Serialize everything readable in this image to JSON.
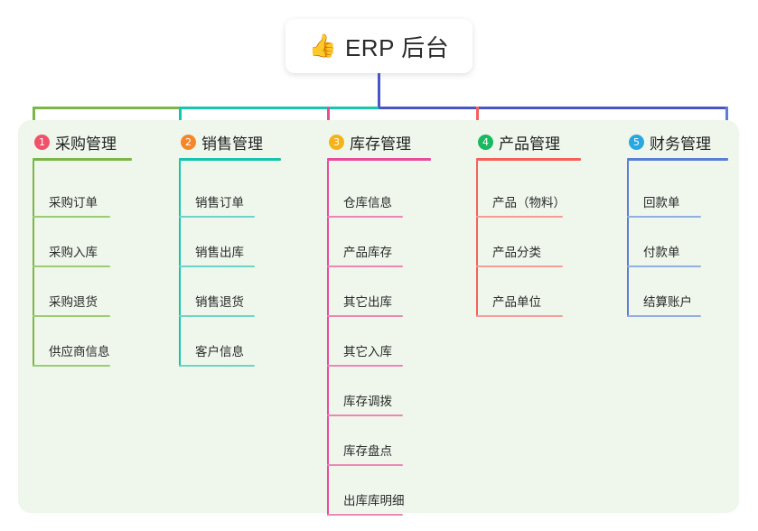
{
  "root": {
    "icon": "thumbs-up-icon",
    "emoji": "👍",
    "title": "ERP 后台"
  },
  "colors": {
    "panel_background": "#eff7ec",
    "page_background": "#ffffff",
    "root_connector": "#4a55c4",
    "column_1": "#7ab648",
    "column_2": "#18c4ad",
    "column_3": "#e84d9b",
    "column_4": "#f4615c",
    "column_5": "#5b7fd4",
    "badge_1": "#f1526a",
    "badge_2": "#f5872a",
    "badge_3": "#f5b31a",
    "badge_4": "#19b862",
    "badge_5": "#29a8e0"
  },
  "columns": [
    {
      "index": "1",
      "title": "采购管理",
      "color": "#7ab648",
      "leaf_color": "#9ccb74",
      "badge_color": "#f1526a",
      "items": [
        "采购订单",
        "采购入库",
        "采购退货",
        "供应商信息"
      ]
    },
    {
      "index": "2",
      "title": "销售管理",
      "color": "#18c4ad",
      "leaf_color": "#6fd4c6",
      "badge_color": "#f5872a",
      "items": [
        "销售订单",
        "销售出库",
        "销售退货",
        "客户信息"
      ]
    },
    {
      "index": "3",
      "title": "库存管理",
      "color": "#e84d9b",
      "leaf_color": "#ec86b7",
      "badge_color": "#f5b31a",
      "items": [
        "仓库信息",
        "产品库存",
        "其它出库",
        "其它入库",
        "库存调拨",
        "库存盘点",
        "出库库明细"
      ]
    },
    {
      "index": "4",
      "title": "产品管理",
      "color": "#f4615c",
      "leaf_color": "#f49d99",
      "badge_color": "#19b862",
      "items": [
        "产品（物料）",
        "产品分类",
        "产品单位"
      ]
    },
    {
      "index": "5",
      "title": "财务管理",
      "color": "#5b7fd4",
      "leaf_color": "#93aee0",
      "badge_color": "#29a8e0",
      "items": [
        "回款单",
        "付款单",
        "结算账户"
      ]
    }
  ]
}
